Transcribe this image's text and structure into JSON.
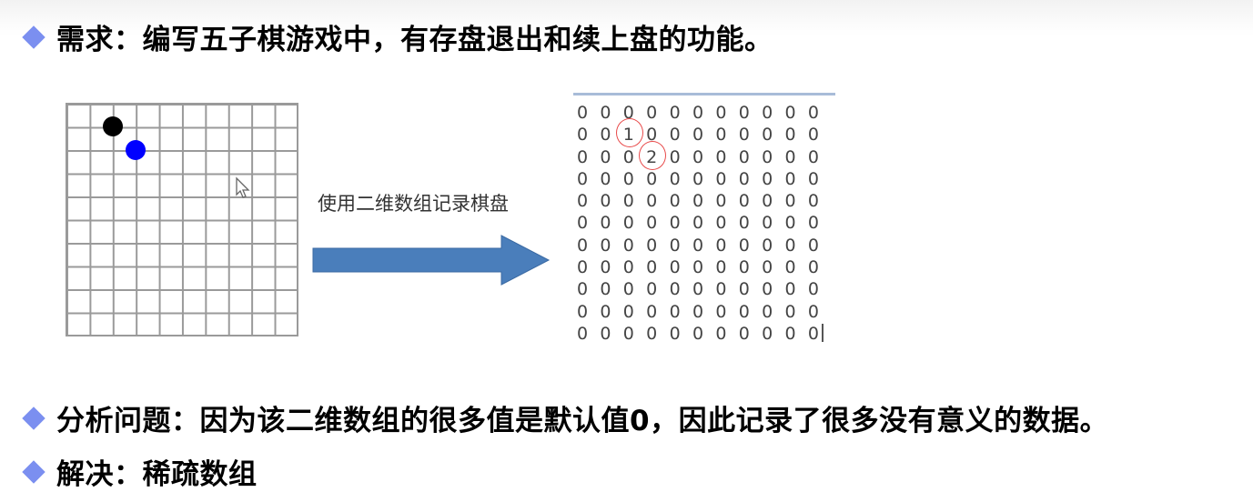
{
  "bullets": {
    "requirement": "需求：编写五子棋游戏中，有存盘退出和续上盘的功能。",
    "analysis": "分析问题：因为该二维数组的很多值是默认值0，因此记录了很多没有意义的数据。",
    "solution": "解决：稀疏数组"
  },
  "diagram": {
    "caption": "使用二维数组记录棋盘",
    "board": {
      "columns": 10,
      "rows": 10,
      "stones": [
        {
          "color": "black",
          "hex": "#000000",
          "row": 1,
          "col": 2
        },
        {
          "color": "blue",
          "hex": "#0000ff",
          "row": 2,
          "col": 3
        }
      ]
    },
    "arrow_color": "#4a7ebb",
    "array": [
      [
        "0",
        "0",
        "0",
        "0",
        "0",
        "0",
        "0",
        "0",
        "0",
        "0",
        "0"
      ],
      [
        "0",
        "0",
        "1",
        "0",
        "0",
        "0",
        "0",
        "0",
        "0",
        "0",
        "0"
      ],
      [
        "0",
        "0",
        "0",
        "2",
        "0",
        "0",
        "0",
        "0",
        "0",
        "0",
        "0"
      ],
      [
        "0",
        "0",
        "0",
        "0",
        "0",
        "0",
        "0",
        "0",
        "0",
        "0",
        "0"
      ],
      [
        "0",
        "0",
        "0",
        "0",
        "0",
        "0",
        "0",
        "0",
        "0",
        "0",
        "0"
      ],
      [
        "0",
        "0",
        "0",
        "0",
        "0",
        "0",
        "0",
        "0",
        "0",
        "0",
        "0"
      ],
      [
        "0",
        "0",
        "0",
        "0",
        "0",
        "0",
        "0",
        "0",
        "0",
        "0",
        "0"
      ],
      [
        "0",
        "0",
        "0",
        "0",
        "0",
        "0",
        "0",
        "0",
        "0",
        "0",
        "0"
      ],
      [
        "0",
        "0",
        "0",
        "0",
        "0",
        "0",
        "0",
        "0",
        "0",
        "0",
        "0"
      ],
      [
        "0",
        "0",
        "0",
        "0",
        "0",
        "0",
        "0",
        "0",
        "0",
        "0",
        "0"
      ],
      [
        "0",
        "0",
        "0",
        "0",
        "0",
        "0",
        "0",
        "0",
        "0",
        "0",
        "0"
      ]
    ],
    "highlighted_cells": [
      {
        "row": 1,
        "col": 2,
        "value": "1"
      },
      {
        "row": 2,
        "col": 3,
        "value": "2"
      }
    ],
    "highlight_color": "#e84a4a"
  },
  "colors": {
    "bullet_diamond": "#7b8ff0"
  }
}
